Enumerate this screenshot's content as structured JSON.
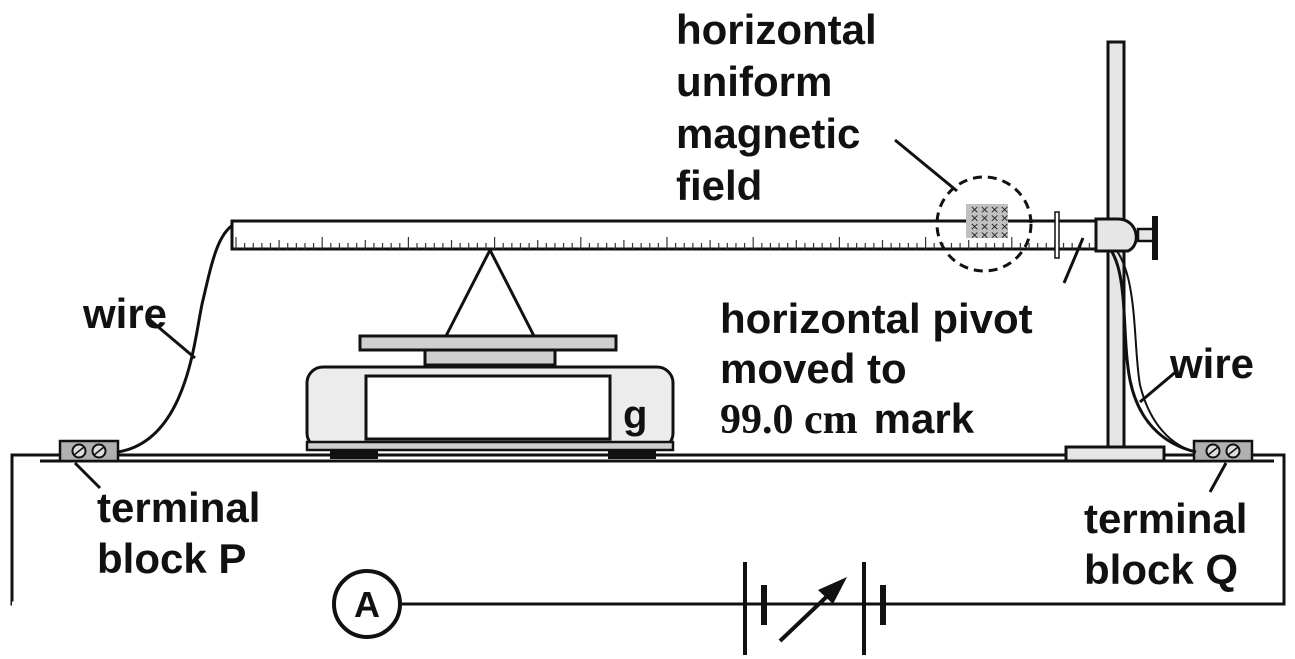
{
  "labels": {
    "field_line1": "horizontal",
    "field_line2": "uniform",
    "field_line3": "magnetic",
    "field_line4": "field",
    "wire_left": "wire",
    "wire_right": "wire",
    "pivot_line1": "horizontal pivot",
    "pivot_line2": "moved to",
    "pivot_number": "99.0 cm",
    "pivot_word": "mark",
    "terminal_p_line1": "terminal",
    "terminal_p_line2": "block P",
    "terminal_q_line1": "terminal",
    "terminal_q_line2": "block Q",
    "ammeter": "A",
    "scale_unit": "g"
  },
  "field_symbol": "×",
  "colors": {
    "line": "#111111",
    "fill_gray": "#c8c8c8",
    "field_patch": "#c0c0c0",
    "scale_body": "#ececec"
  }
}
